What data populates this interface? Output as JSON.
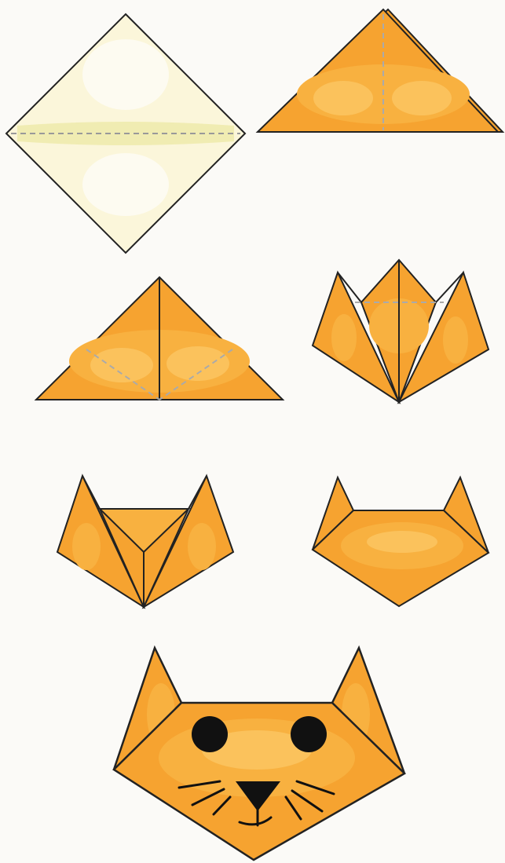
{
  "diagram": {
    "kind": "origami-instructions",
    "subject": "cat face",
    "colors": {
      "background": "#fbfaf7",
      "paper_back": "#fbf6da",
      "paper_back_band": "#eeeaa8",
      "paper_front": "#f6a330",
      "paper_front_mid": "#f8b140",
      "paper_front_light": "#fbc25c",
      "outline": "#1a1a1a",
      "fold_line": "#9a9a9a",
      "feature": "#111111"
    },
    "steps": [
      {
        "id": "step-1",
        "description": "square-diamond-with-horizontal-fold"
      },
      {
        "id": "step-2",
        "description": "folded-triangle"
      },
      {
        "id": "step-3",
        "description": "triangle-with-diagonal-folds"
      },
      {
        "id": "step-4",
        "description": "corners-folded-up"
      },
      {
        "id": "step-5",
        "description": "top-flap-folded-down"
      },
      {
        "id": "step-6",
        "description": "head-shape"
      },
      {
        "id": "step-7",
        "description": "finished-cat-face"
      }
    ]
  }
}
